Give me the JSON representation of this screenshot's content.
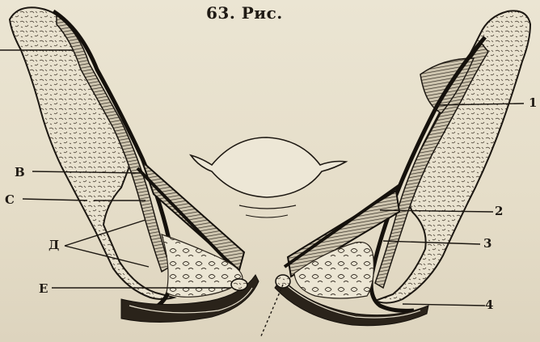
{
  "figure": {
    "title": "63. Рис.",
    "left_labels": {
      "b": "В",
      "c": "С",
      "d": "Д",
      "e": "Е"
    },
    "right_labels": {
      "one": "1",
      "two": "2",
      "three": "3",
      "four": "4"
    }
  }
}
